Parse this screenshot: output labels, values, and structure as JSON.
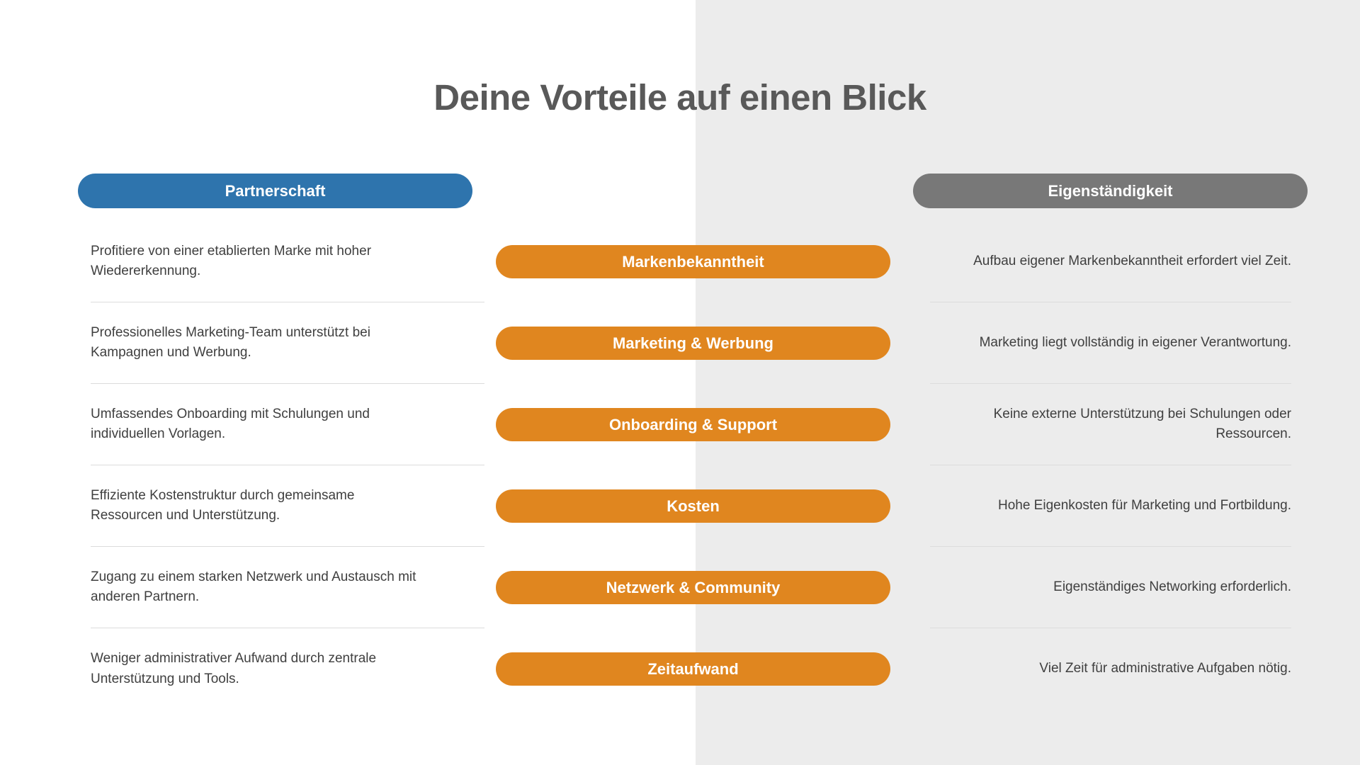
{
  "page": {
    "title": "Deine Vorteile auf einen Blick"
  },
  "headers": {
    "partnership": "Partnerschaft",
    "independence": "Eigenständigkeit"
  },
  "rows": [
    {
      "category": "Markenbekanntheit",
      "partnership": "Profitiere von einer etablierten Marke mit hoher Wiedererkennung.",
      "independence": "Aufbau eigener Markenbekanntheit erfordert viel Zeit."
    },
    {
      "category": "Marketing & Werbung",
      "partnership": "Professionelles Marketing-Team unterstützt bei Kampagnen und Werbung.",
      "independence": "Marketing liegt vollständig in eigener Verantwortung."
    },
    {
      "category": "Onboarding & Support",
      "partnership": "Umfassendes Onboarding mit Schulungen und individuellen Vorlagen.",
      "independence": "Keine externe Unterstützung bei Schulungen oder Ressourcen."
    },
    {
      "category": "Kosten",
      "partnership": "Effiziente Kostenstruktur durch gemeinsame Ressourcen und Unterstützung.",
      "independence": "Hohe Eigenkosten für Marketing und Fortbildung."
    },
    {
      "category": "Netzwerk & Community",
      "partnership": "Zugang zu einem starken Netzwerk und Austausch mit anderen Partnern.",
      "independence": "Eigenständiges Networking erforderlich."
    },
    {
      "category": "Zeitaufwand",
      "partnership": "Weniger administrativer Aufwand durch zentrale Unterstützung und Tools.",
      "independence": "Viel Zeit für administrative Aufgaben nötig."
    }
  ],
  "colors": {
    "category_pill": "#E0861F",
    "partnership_pill": "#2E74AD",
    "independence_pill": "#787878",
    "right_panel_background": "#ECECEC",
    "title_text": "#595959",
    "body_text": "#3F3F3F",
    "divider": "#DCDCDC"
  }
}
